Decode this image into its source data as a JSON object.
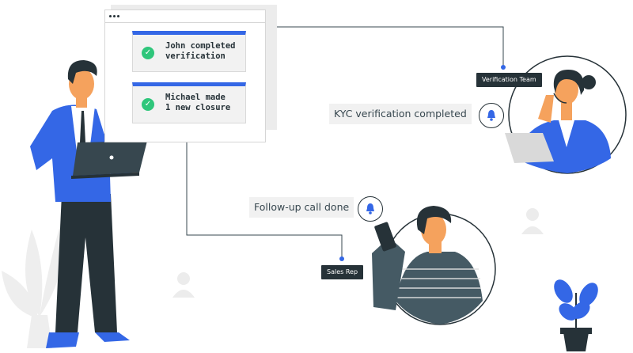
{
  "notifications": [
    {
      "line1": "John completed",
      "line2": "verification"
    },
    {
      "line1": "Michael made",
      "line2": "1 new closure"
    }
  ],
  "verification": {
    "tag": "Verification Team",
    "message": "KYC verification completed"
  },
  "sales": {
    "tag": "Sales Rep",
    "message": "Follow-up call done"
  },
  "colors": {
    "accent_blue": "#3467e6",
    "success_green": "#2fc67b",
    "dark": "#263238",
    "skin": "#f5a25d",
    "light_grey": "#f1f1f1"
  },
  "icons": [
    "check-icon",
    "bell-icon",
    "browser-dots-icon",
    "laptop-icon",
    "phone-icon",
    "headset-icon",
    "user-silhouette-icon",
    "plant-icon"
  ]
}
